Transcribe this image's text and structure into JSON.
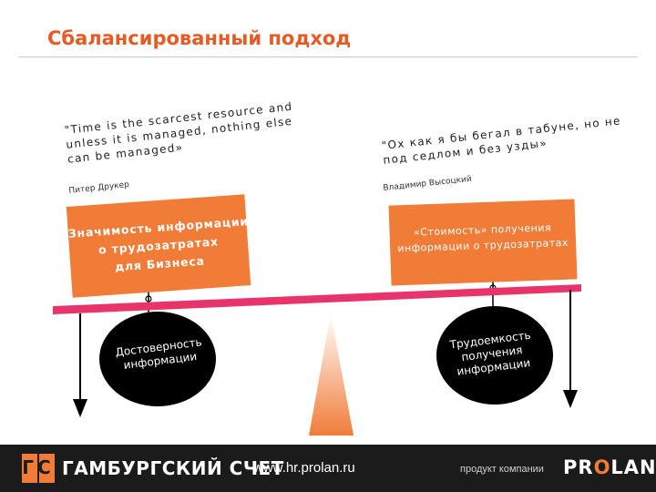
{
  "title": "Сбалансированный подход",
  "left": {
    "quote_lines": [
      "\"Time is the scarcest resource and",
      "unless it is managed, nothing else",
      "can be managed»"
    ],
    "author": "Питер Друкер",
    "panel_lines": [
      "Значимость информации",
      "о трудозатратах",
      "для Бизнеса"
    ],
    "ball_lines": [
      "Достоверность",
      "информации"
    ]
  },
  "right": {
    "quote_lines": [
      "\"Ох как я бы бегал в табуне, но не",
      "под седлом и без узды»"
    ],
    "author": "Владимир Высоцкий",
    "panel_lines": [
      "«Стоимость» получения",
      "информации о трудозатратах"
    ],
    "ball_lines": [
      "Трудоемкость",
      "получения",
      "информации"
    ]
  },
  "colors": {
    "accent": "#e85a24",
    "panel": "#f07c38",
    "beam": "#e8336b",
    "ball": "#000000",
    "fulcrum_top": "#ffffff",
    "fulcrum_bottom": "#f07c38"
  },
  "footer": {
    "logo_letters": "ГС",
    "brand": "ГАМБУРГСКИЙ СЧЕТ",
    "site": "www.hr.prolan.ru",
    "product": "продукт компании",
    "prolan_pre": "PR",
    "prolan_o": "O",
    "prolan_post": "LAN"
  }
}
